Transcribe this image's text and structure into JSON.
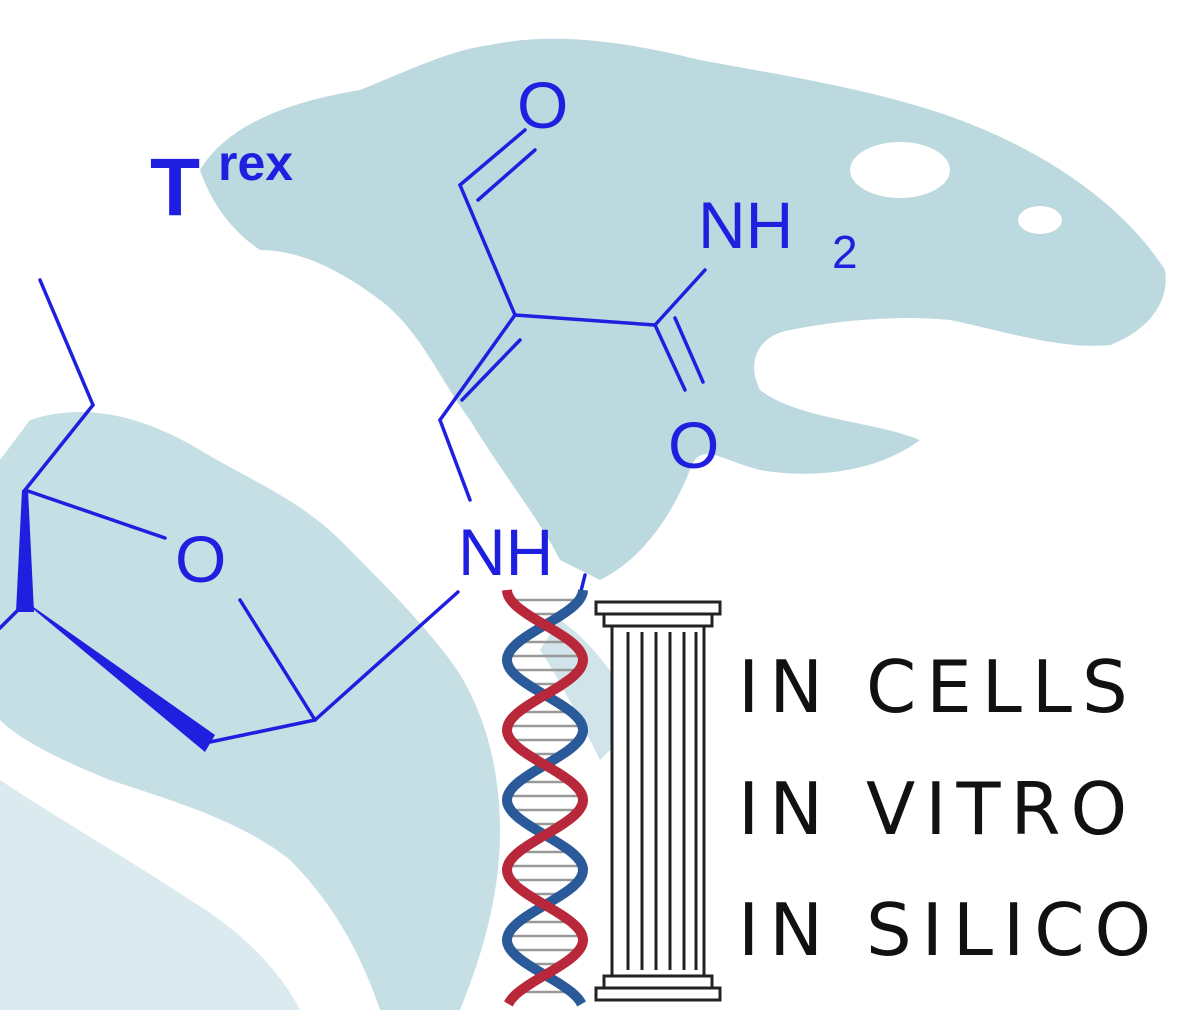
{
  "title": {
    "main": "T",
    "superscript": "rex"
  },
  "atoms": {
    "o_top": "O",
    "nh2": "NH",
    "nh2_sub": "2",
    "o_amide": "O",
    "o_ring": "O",
    "nh": "NH"
  },
  "captions": [
    "IN CELLS",
    "IN VITRO",
    "IN SILICO"
  ],
  "colors": {
    "structure": "#1f1fe0",
    "silhouette": "#bcd9e0",
    "dna_blue": "#2a5a9a",
    "dna_red": "#b8283a",
    "column": "#222222"
  }
}
